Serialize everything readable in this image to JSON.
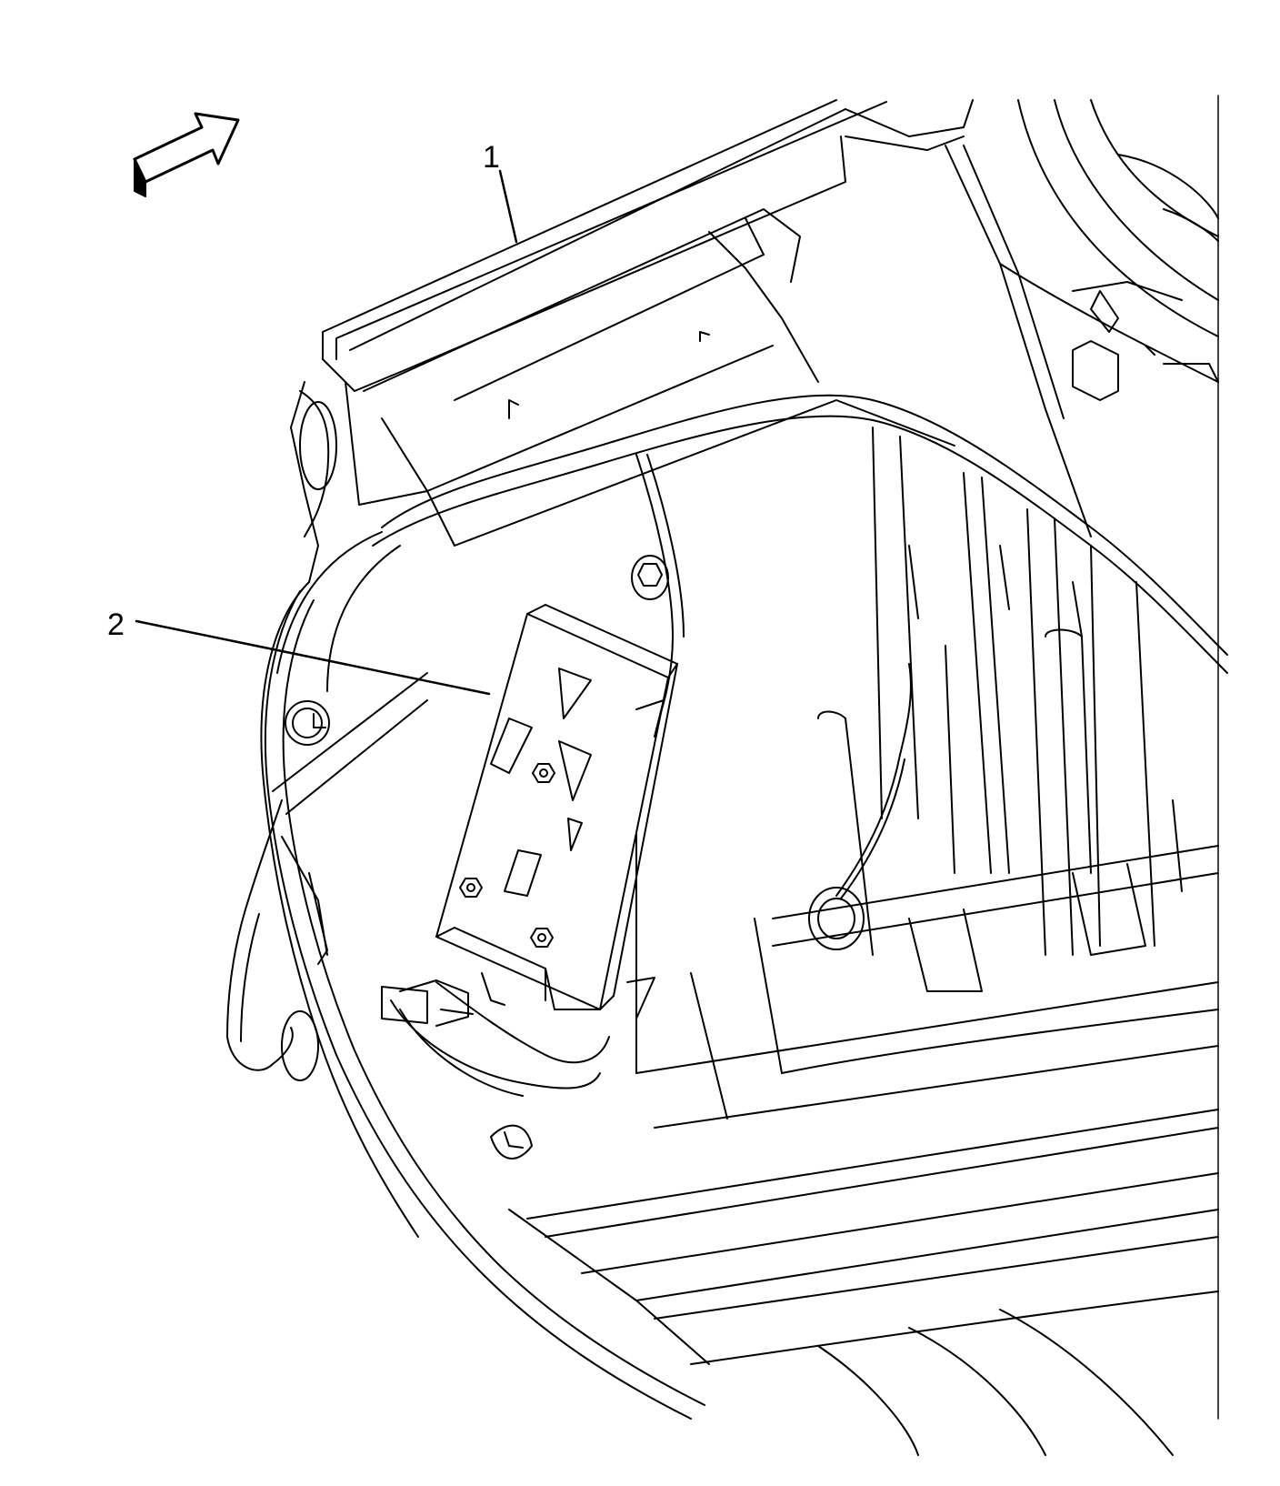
{
  "diagram": {
    "callouts": [
      {
        "id": "1",
        "label": "1"
      },
      {
        "id": "2",
        "label": "2"
      }
    ],
    "icons": {
      "direction_arrow": "forward-arrow-icon"
    },
    "colors": {
      "line": "#000000",
      "background": "#ffffff"
    }
  }
}
